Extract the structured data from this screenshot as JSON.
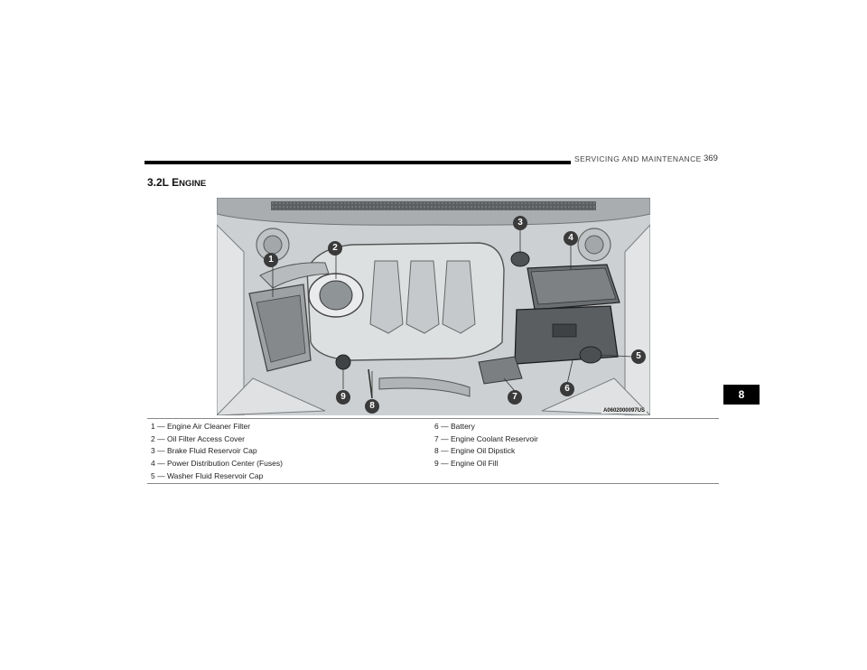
{
  "header": {
    "section": "SERVICING AND MAINTENANCE",
    "page_number": "369"
  },
  "title": {
    "main": "3.2L E",
    "small_caps": "NGINE"
  },
  "figure": {
    "code": "A0602000097US",
    "callouts": [
      "1",
      "2",
      "3",
      "4",
      "5",
      "6",
      "7",
      "8",
      "9"
    ]
  },
  "legend": {
    "left": [
      "1 — Engine Air Cleaner Filter",
      "2 — Oil Filter Access Cover",
      "3 — Brake Fluid Reservoir Cap",
      "4 — Power Distribution Center (Fuses)",
      "5 — Washer Fluid Reservoir Cap"
    ],
    "right": [
      "6 — Battery",
      "7 — Engine Coolant Reservoir",
      "8 — Engine Oil Dipstick",
      "9 — Engine Oil Fill"
    ]
  },
  "chapter_tab": "8"
}
